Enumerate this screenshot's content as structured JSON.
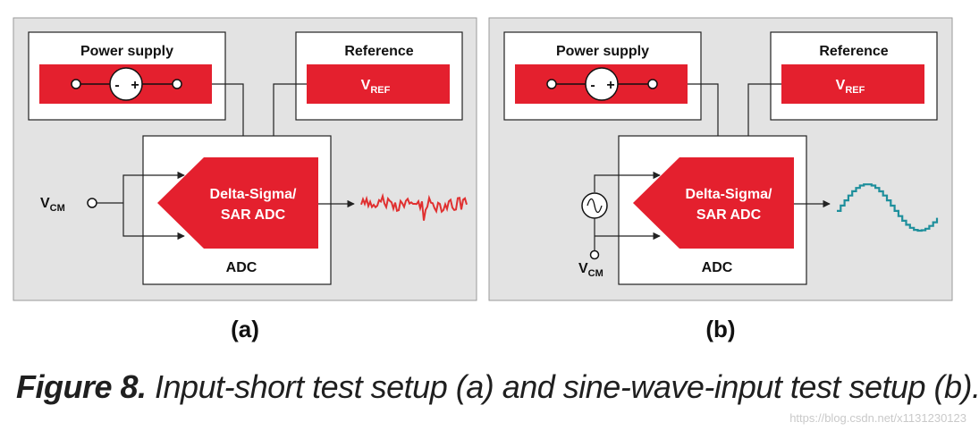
{
  "panels": [
    {
      "label": "(a)",
      "power_supply_title": "Power supply",
      "reference_title": "Reference",
      "vref": {
        "main": "V",
        "sub": "REF"
      },
      "adc_line1": "Delta-Sigma/",
      "adc_line2": "SAR ADC",
      "adc_box_label": "ADC",
      "vcm": {
        "main": "V",
        "sub": "CM"
      },
      "output_waveform": "noise"
    },
    {
      "label": "(b)",
      "power_supply_title": "Power supply",
      "reference_title": "Reference",
      "vref": {
        "main": "V",
        "sub": "REF"
      },
      "adc_line1": "Delta-Sigma/",
      "adc_line2": "SAR ADC",
      "adc_box_label": "ADC",
      "vcm": {
        "main": "V",
        "sub": "CM"
      },
      "output_waveform": "stepped-sine"
    }
  ],
  "supply_polarity": {
    "minus": "-",
    "plus": "+"
  },
  "caption": {
    "lead": "Figure 8.",
    "text": " Input-short test setup (a) and sine-wave-input test setup (b)."
  },
  "watermark": "https://blog.csdn.net/x1131230123",
  "colors": {
    "panel_bg": "#e3e3e3",
    "accent_red": "#e4202e",
    "noise_red": "#e03030",
    "sine_teal": "#1e8f9c",
    "line": "#222222"
  }
}
